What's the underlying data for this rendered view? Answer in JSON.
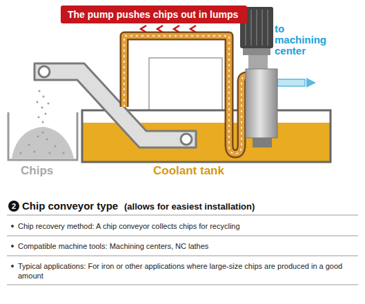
{
  "diagram": {
    "title": "Chip conveyor type",
    "nodes": [
      {
        "text": [
          "The pump pushes chips out in lumps"
        ]
      }
    ],
    "labels": [
      "to machining center",
      "Chips",
      "Coolant tank",
      "2",
      "(allows for easiest installation)",
      "Chip recovery method: A chip conveyor collects chips for recycling",
      "Compatible machine tools: Machining centers, NC lathes",
      "Typical applications: For iron or other applications where large-size chips are produced in a good amount"
    ]
  }
}
